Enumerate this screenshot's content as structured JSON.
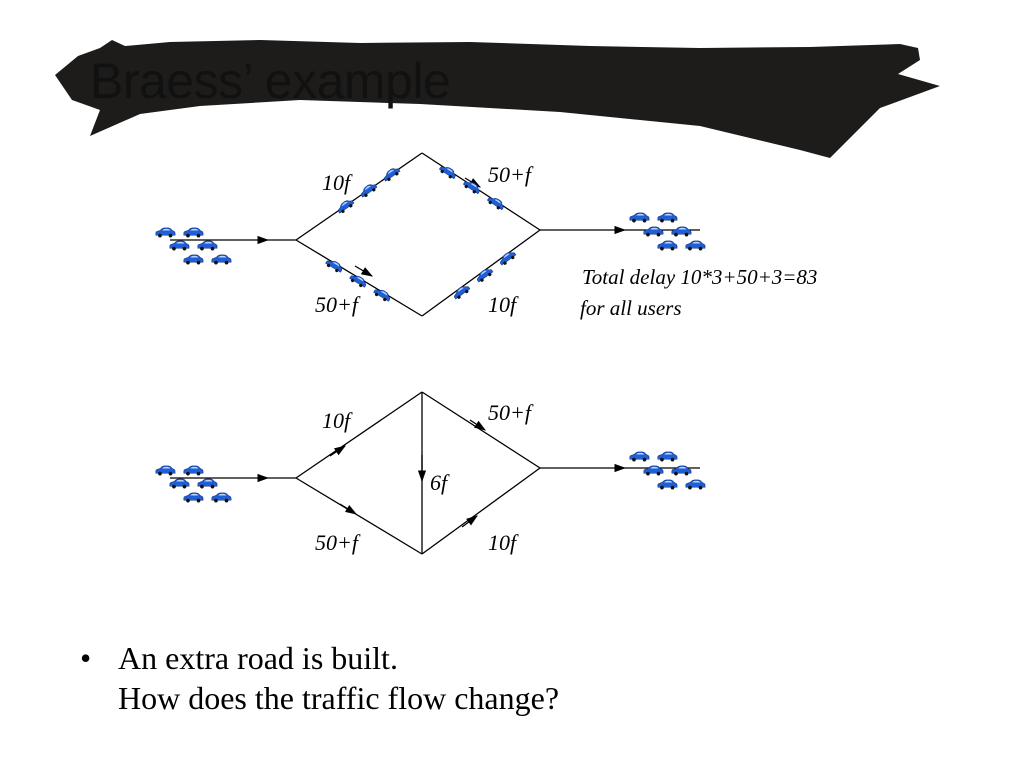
{
  "slide": {
    "title": "Braess’ example",
    "network_top": {
      "labels": {
        "upper_left": "10f",
        "upper_right": "50+f",
        "lower_left": "50+f",
        "lower_right": "10f"
      },
      "note_line1": "Total delay 10*3+50+3=83",
      "note_line2": "for all users"
    },
    "network_bottom": {
      "labels": {
        "upper_left": "10f",
        "upper_right": "50+f",
        "middle": "6f",
        "lower_left": "50+f",
        "lower_right": "10f"
      }
    },
    "bullet": {
      "symbol": "•",
      "line1": "An extra road is built.",
      "line2": "How does the traffic flow change?"
    },
    "colors": {
      "banner": "#1e1c1a",
      "car": "#1f5fd6"
    },
    "icons": [
      "car-icon",
      "arrow-icon"
    ]
  }
}
